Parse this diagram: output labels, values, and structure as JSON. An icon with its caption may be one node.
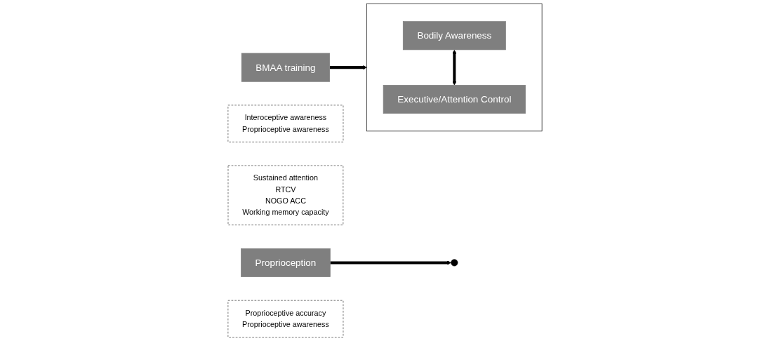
{
  "diagram": {
    "nodes": [
      {
        "text": [
          "BMAA training"
        ]
      },
      {
        "text": [],
        "shape": "box"
      },
      {
        "text": [
          "Bodily Awareness"
        ],
        "in": 1
      },
      {
        "text": [
          "Interoceptive awareness",
          "Proprioceptive awareness"
        ]
      },
      {
        "text": [
          "Executive/Attention Control"
        ],
        "in": 1
      },
      {
        "text": [
          "Sustained attention",
          "RTCV",
          "NOGO ACC",
          "Working memory capacity"
        ]
      },
      {
        "text": [
          "Proprioception"
        ]
      },
      {
        "text": [
          "Proprioceptive accuracy",
          "Proprioceptive awareness"
        ]
      }
    ],
    "edges": [
      {
        "from": 0,
        "to": 1,
        "arrow": "to"
      },
      {
        "from": 2,
        "to": 4,
        "arrow": "both"
      },
      {
        "from": 6,
        "to": null,
        "arrow": "to"
      }
    ]
  }
}
